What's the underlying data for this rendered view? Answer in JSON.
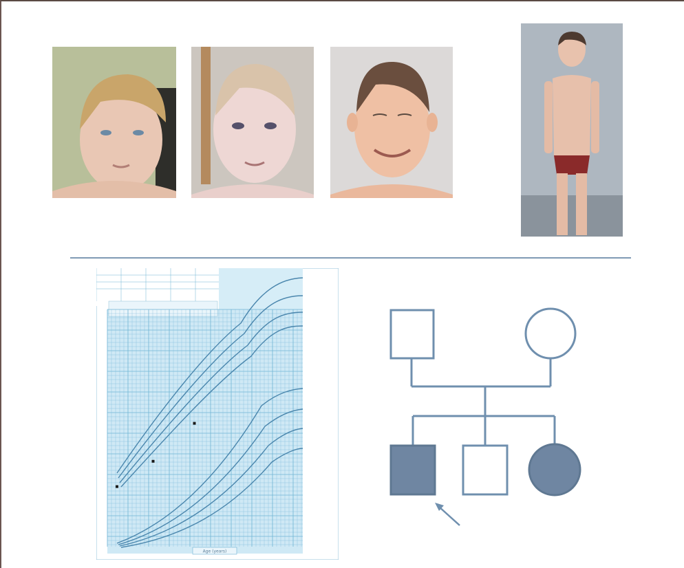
{
  "photos": {
    "photo1_alt": "",
    "photo2_alt": "",
    "photo3_alt": "",
    "photo4_alt": ""
  },
  "colors": {
    "divider": "#7f9ab4",
    "chart_grid": "#6fb3d4",
    "chart_background": "#cfe9f5",
    "chart_curves": "#4a86ad",
    "pedigree_stroke": "#6f8fae",
    "pedigree_fill": "#6f86a2"
  },
  "growth_chart": {
    "x_axis_label": "Age (years)",
    "measured_points": [
      {
        "age": 0,
        "value": 78
      },
      {
        "age": 3.5,
        "value": 94
      },
      {
        "age": 7.5,
        "value": 118
      }
    ]
  },
  "pedigree": {
    "individuals": [
      {
        "id": "father",
        "sex": "male",
        "affected": false
      },
      {
        "id": "mother",
        "sex": "female",
        "affected": false
      },
      {
        "id": "proband",
        "sex": "male",
        "affected": true,
        "proband": true
      },
      {
        "id": "brother",
        "sex": "male",
        "affected": false
      },
      {
        "id": "sister",
        "sex": "female",
        "affected": true
      }
    ],
    "proband_arrow": "arrow-icon"
  }
}
